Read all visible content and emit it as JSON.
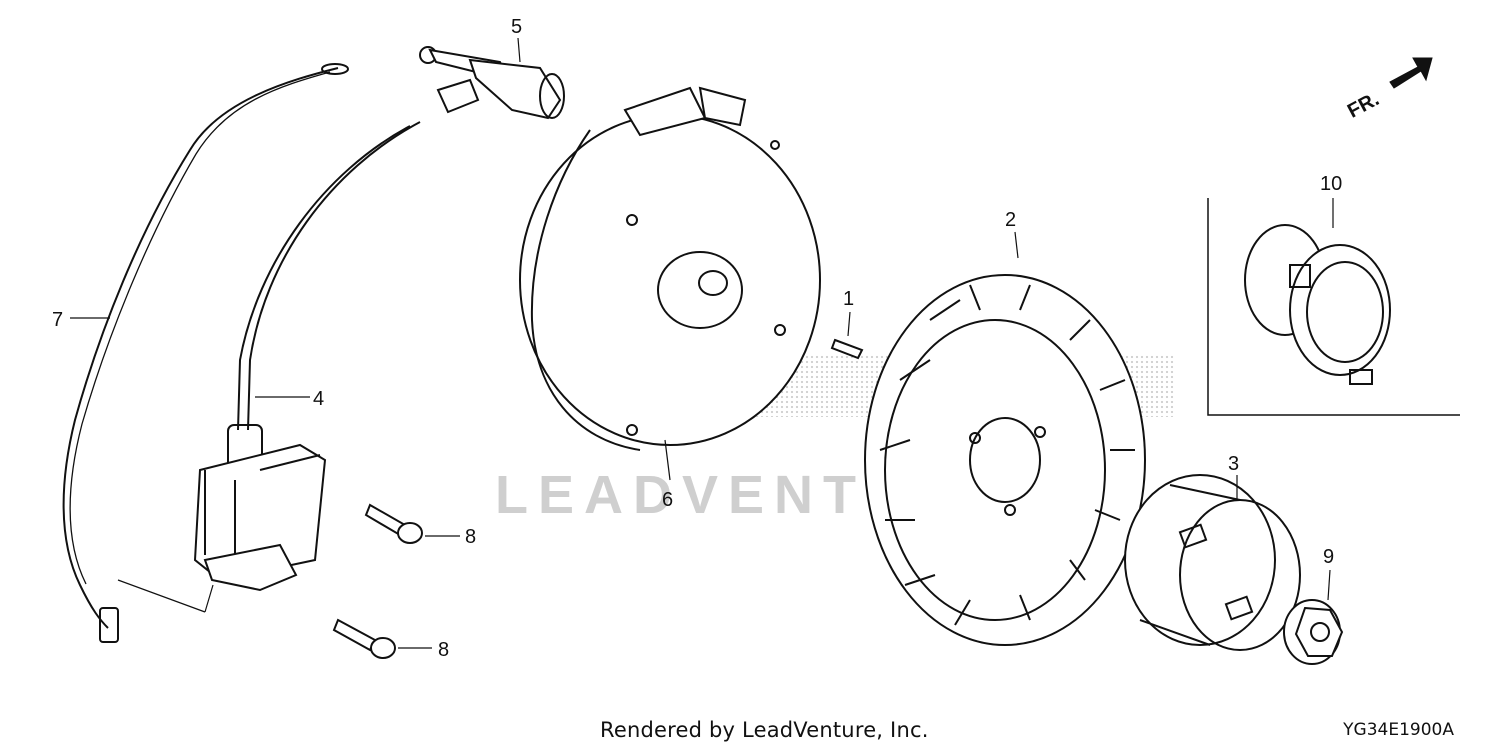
{
  "diagram": {
    "parts": [
      {
        "number": "1",
        "name": "key"
      },
      {
        "number": "2",
        "name": "flywheel"
      },
      {
        "number": "3",
        "name": "starter-pulley"
      },
      {
        "number": "4",
        "name": "ignition-coil"
      },
      {
        "number": "5",
        "name": "spark-plug-cap"
      },
      {
        "number": "6",
        "name": "fan-cover"
      },
      {
        "number": "7",
        "name": "stop-wire"
      },
      {
        "number": "8",
        "name": "flange-bolt"
      },
      {
        "number": "9",
        "name": "flange-nut"
      },
      {
        "number": "10",
        "name": "pulley-insert"
      }
    ],
    "direction_label": "FR.",
    "watermark_text": "LEADVENTURE",
    "footer_credit": "Rendered by LeadVenture, Inc.",
    "diagram_code": "YG34E1900A",
    "colors": {
      "line": "#111111",
      "watermark": "#cfcfcf",
      "background": "#ffffff"
    }
  }
}
